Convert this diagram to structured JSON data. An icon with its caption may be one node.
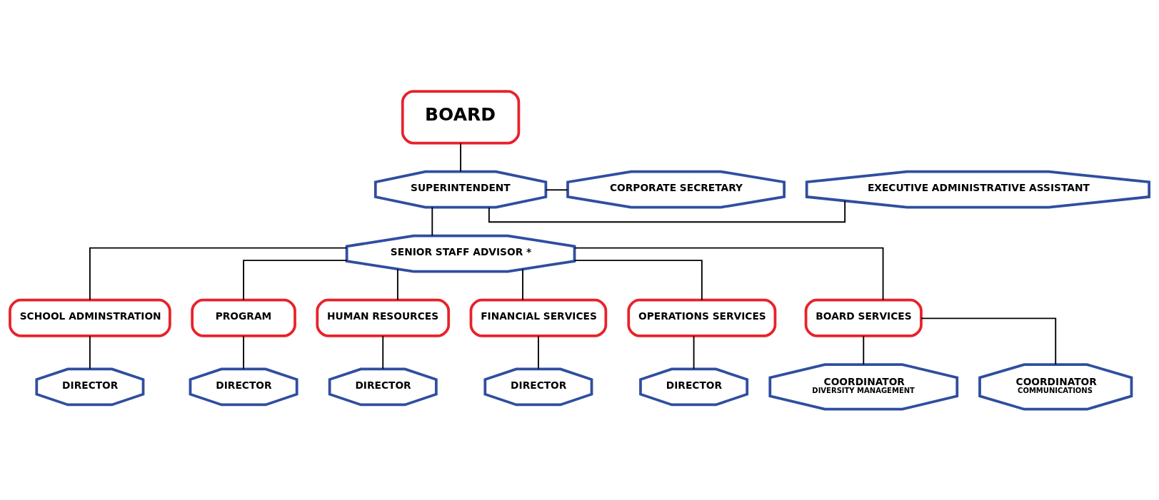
{
  "diagram": {
    "nodes": [
      {
        "text": [
          "BOARD"
        ]
      },
      {
        "text": [
          "SUPERINTENDENT"
        ]
      },
      {
        "text": [
          "EXECUTIVE ADMINISTRATIVE ASSISTANT"
        ]
      },
      {
        "text": [
          "CORPORATE SECRETARY"
        ]
      },
      {
        "text": [
          "SENIOR STAFF ADVISOR *"
        ]
      },
      {
        "text": [
          "SCHOOL ADMINSTRATION"
        ]
      },
      {
        "text": [
          "PROGRAM"
        ]
      },
      {
        "text": [
          "HUMAN RESOURCES"
        ]
      },
      {
        "text": [
          "FINANCIAL SERVICES"
        ]
      },
      {
        "text": [
          "OPERATIONS SERVICES"
        ]
      },
      {
        "text": [
          "BOARD SERVICES"
        ]
      },
      {
        "text": [
          "DIRECTOR"
        ]
      },
      {
        "text": [
          "DIRECTOR"
        ]
      },
      {
        "text": [
          "DIRECTOR"
        ]
      },
      {
        "text": [
          "DIRECTOR"
        ]
      },
      {
        "text": [
          "DIRECTOR"
        ]
      },
      {
        "text": [
          "COORDINATOR",
          "DIVERSITY MANAGEMENT"
        ]
      },
      {
        "text": [
          "COORDINATOR",
          "COMMUNICATIONS"
        ]
      }
    ],
    "edges": [
      {
        "from": 0,
        "to": 1,
        "arrow": "none"
      },
      {
        "from": 1,
        "to": 2,
        "arrow": "none"
      },
      {
        "from": 1,
        "to": 3,
        "arrow": "none"
      },
      {
        "from": 1,
        "to": 4,
        "arrow": "none"
      },
      {
        "from": 4,
        "to": 5,
        "arrow": "none"
      },
      {
        "from": 4,
        "to": 6,
        "arrow": "none"
      },
      {
        "from": 4,
        "to": 7,
        "arrow": "none"
      },
      {
        "from": 4,
        "to": 8,
        "arrow": "none"
      },
      {
        "from": 4,
        "to": 9,
        "arrow": "none"
      },
      {
        "from": 4,
        "to": 10,
        "arrow": "none"
      },
      {
        "from": 5,
        "to": 11,
        "arrow": "none"
      },
      {
        "from": 6,
        "to": 12,
        "arrow": "none"
      },
      {
        "from": 7,
        "to": 13,
        "arrow": "none"
      },
      {
        "from": 8,
        "to": 14,
        "arrow": "none"
      },
      {
        "from": 9,
        "to": 15,
        "arrow": "none"
      },
      {
        "from": 10,
        "to": 16,
        "arrow": "none"
      },
      {
        "from": 10,
        "to": 17,
        "arrow": "none"
      }
    ]
  }
}
